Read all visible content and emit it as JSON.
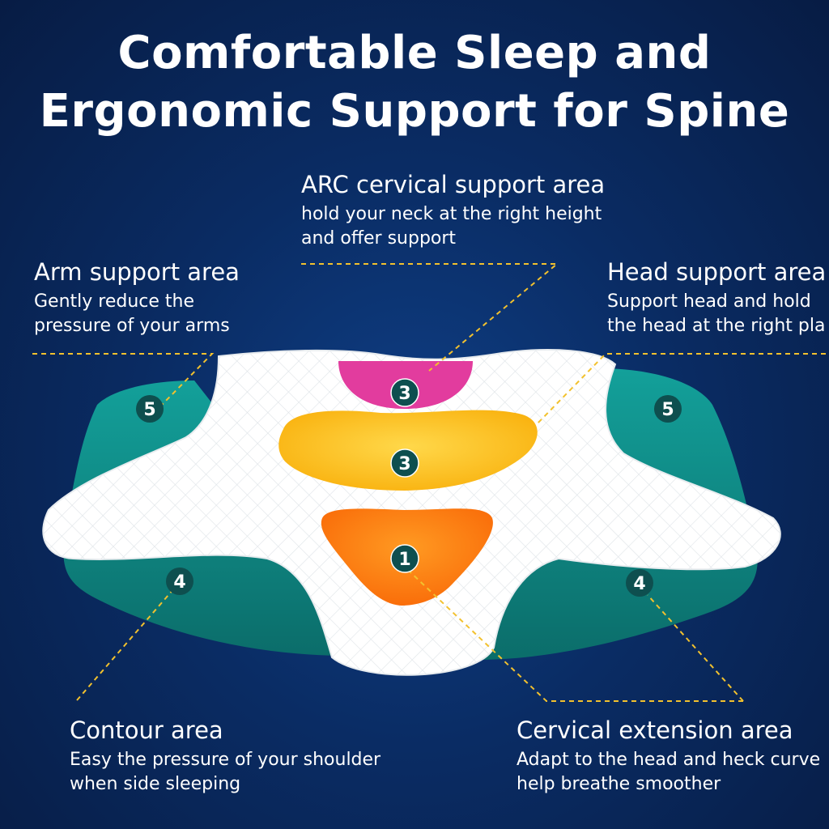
{
  "title": {
    "line1": "Comfortable Sleep and",
    "line2": "Ergonomic Support for Spine"
  },
  "callouts": {
    "arc": {
      "heading": "ARC cervical support area",
      "desc_line1": "hold your neck at the right height",
      "desc_line2": "and offer support"
    },
    "arm": {
      "heading": "Arm support area",
      "desc_line1": "Gently reduce the",
      "desc_line2": "pressure of your arms"
    },
    "head": {
      "heading": "Head support area",
      "desc_line1": "Support head and hold",
      "desc_line2": "the head at the right pla"
    },
    "contour": {
      "heading": "Contour area",
      "desc_line1": "Easy the pressure of your shoulder",
      "desc_line2": "when side sleeping"
    },
    "extension": {
      "heading": "Cervical extension area",
      "desc_line1": "Adapt to the head and heck curve",
      "desc_line2": "help breathe smoother"
    }
  },
  "markers": {
    "arc_top": "3",
    "middle": "3",
    "center": "1",
    "left_wing": "5",
    "right_wing": "5",
    "left_side": "4",
    "right_side": "4"
  },
  "colors": {
    "pillow": "#ffffff",
    "side_panels": "#0f8a86",
    "zone_pink": "#e23c9e",
    "zone_yellow": "#ffc21a",
    "zone_orange": "#ff7a10",
    "marker_circle": "#0e4f4f",
    "leader_lines": "#f2c12e"
  }
}
